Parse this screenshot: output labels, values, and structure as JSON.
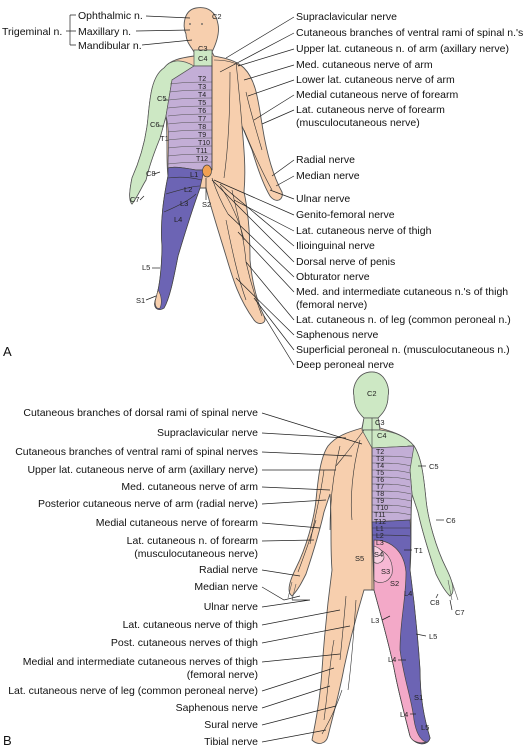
{
  "panel_a": {
    "letter": "A",
    "trigeminal": {
      "group": "Trigeminal n.",
      "branches": [
        "Ophthalmic n.",
        "Maxillary n.",
        "Mandibular n."
      ]
    },
    "right_labels": [
      "Supraclavicular nerve",
      "Cutaneous branches of ventral rami of spinal n.'s",
      "Upper lat. cutaneous n. of arm (axillary nerve)",
      "Med. cutaneous nerve of arm",
      "Lower lat. cutaneous nerve of arm",
      "Medial cutaneous nerve of forearm",
      "Lat. cutaneous nerve of forearm",
      "(musculocutaneous nerve)",
      "Radial nerve",
      "Median nerve",
      "Ulnar nerve",
      "Genito-femoral nerve",
      "Lat. cutaneous nerve of thigh",
      "Ilioinguinal nerve",
      "Dorsal nerve of penis",
      "Obturator nerve",
      "Med. and intermediate cutaneous n.'s of thigh",
      "(femoral nerve)",
      "Lat. cutaneous n. of leg (common peroneal n.)",
      "Saphenous nerve",
      "Superficial peroneal n. (musculocutaneous n.)",
      "Deep peroneal nerve"
    ],
    "segments": {
      "c2": "C2",
      "c3": "C3",
      "c4": "C4",
      "c5": "C5",
      "c6": "C6",
      "c7": "C7",
      "c8": "C8",
      "t1": "T1",
      "thoracic": [
        "T2",
        "T3",
        "T4",
        "T5",
        "T6",
        "T7",
        "T8",
        "T9",
        "T10",
        "T11",
        "T12"
      ],
      "l1": "L1",
      "l2": "L2",
      "l3": "L3",
      "l4": "L4",
      "l5": "L5",
      "s1": "S1",
      "s2": "S2"
    }
  },
  "panel_b": {
    "letter": "B",
    "left_labels": [
      "Cutaneous branches of dorsal rami of spinal nerve",
      "Supraclavicular nerve",
      "Cutaneous branches of ventral rami of spinal nerves",
      "Upper lat. cutaneous nerve of arm (axillary nerve)",
      "Med. cutaneous nerve of arm",
      "Posterior cutaneous nerve of arm (radial nerve)",
      "Medial cutaneous nerve of forearm",
      "Lat. cutaneous n. of forearm",
      "(musculocutaneous nerve)",
      "Radial nerve",
      "Median nerve",
      "Ulnar nerve",
      "Lat. cutaneous nerve of thigh",
      "Post. cutaneous nerves of thigh",
      "Medial and intermediate cutaneous nerves of thigh",
      "(femoral nerve)",
      "Lat. cutaneous nerve of leg (common peroneal nerve)",
      "Saphenous nerve",
      "Sural nerve",
      "Tibial nerve"
    ],
    "segments": {
      "c2": "C2",
      "c3": "C3",
      "c4": "C4",
      "c5": "C5",
      "c6": "C6",
      "c7": "C7",
      "c8": "C8",
      "t1": "T1",
      "thoracic": [
        "T2",
        "T3",
        "T4",
        "T5",
        "T6",
        "T7",
        "T8",
        "T9",
        "T10",
        "T11",
        "T12"
      ],
      "lumbar": [
        "L1",
        "L2",
        "L3"
      ],
      "l3": "L3",
      "l4": "L4",
      "l4b": "L4",
      "l5": "L5",
      "l5b": "L5",
      "s1": "S1",
      "s2": "S2",
      "s3": "S3",
      "s4": "S4",
      "s5": "S5"
    }
  },
  "colors": {
    "skin": "#f7cfae",
    "cervical": "#cde8c4",
    "thoracic": "#c3aed6",
    "lumbar": "#6c64b4",
    "sacral": "#f3a9c8",
    "genital": "#f0a050"
  }
}
